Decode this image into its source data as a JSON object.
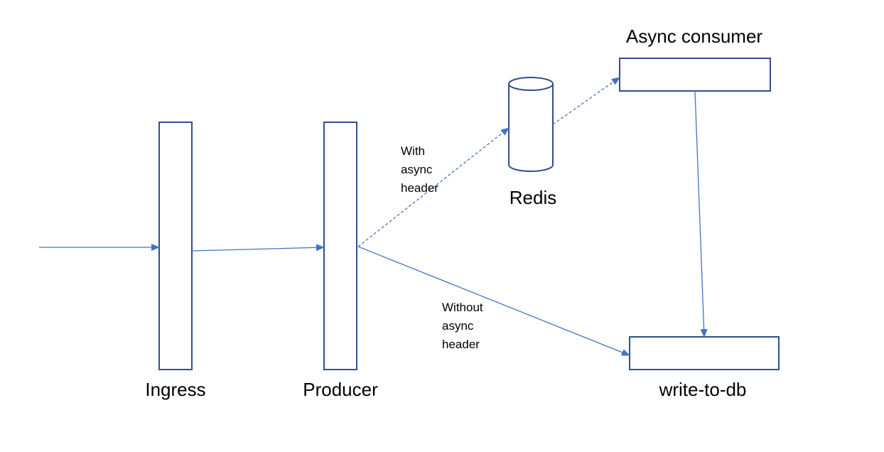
{
  "colors": {
    "stroke": "#2f4f8f",
    "arrow": "#4472c4",
    "text": "#000000",
    "background": "#ffffff"
  },
  "nodes": {
    "ingress": {
      "label": "Ingress"
    },
    "producer": {
      "label": "Producer"
    },
    "redis": {
      "label": "Redis"
    },
    "async_consumer": {
      "label": "Async consumer"
    },
    "write_to_db": {
      "label": "write-to-db"
    }
  },
  "edges": {
    "with_async": {
      "label_lines": [
        "With",
        "async",
        "header"
      ],
      "style": "dashed"
    },
    "without_async": {
      "label_lines": [
        "Without",
        "async",
        "header"
      ],
      "style": "solid"
    }
  }
}
